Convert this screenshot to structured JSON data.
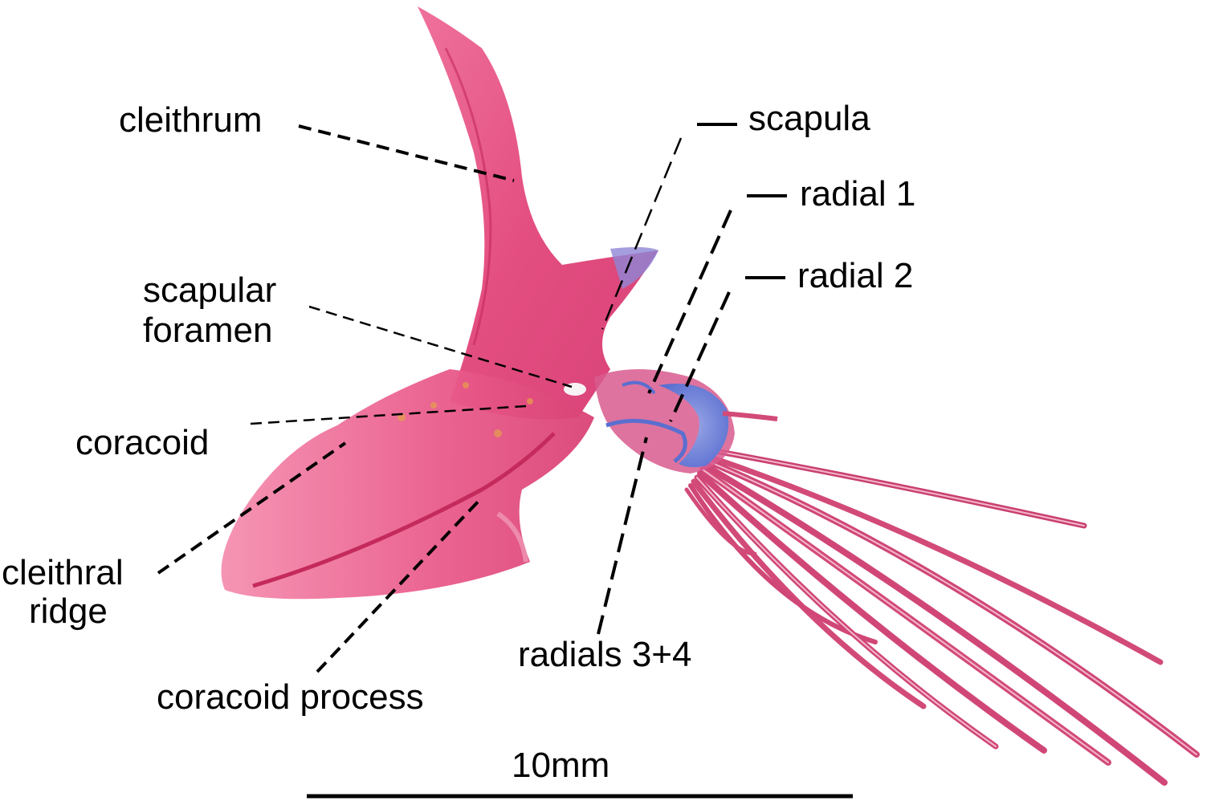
{
  "labels": {
    "cleithrum": "cleithrum",
    "scapula": "scapula",
    "radial_1": "radial 1",
    "radial_2": "radial 2",
    "scapular_foramen_line1": "scapular",
    "scapular_foramen_line2": "foramen",
    "coracoid": "coracoid",
    "cleithral_ridge_line1": "cleithral",
    "cleithral_ridge_line2": "ridge",
    "coracoid_process": "coracoid process",
    "radials_3_4": "radials 3+4"
  },
  "scale_bar": {
    "label": "10mm",
    "length_mm": 10
  },
  "colors": {
    "bone_stain": "#e2457a",
    "bone_light": "#f07aa0",
    "bone_dark": "#c42a5c",
    "cartilage_stain": "#5a6fd0",
    "background": "#ffffff",
    "leader_lines": "#000000"
  }
}
